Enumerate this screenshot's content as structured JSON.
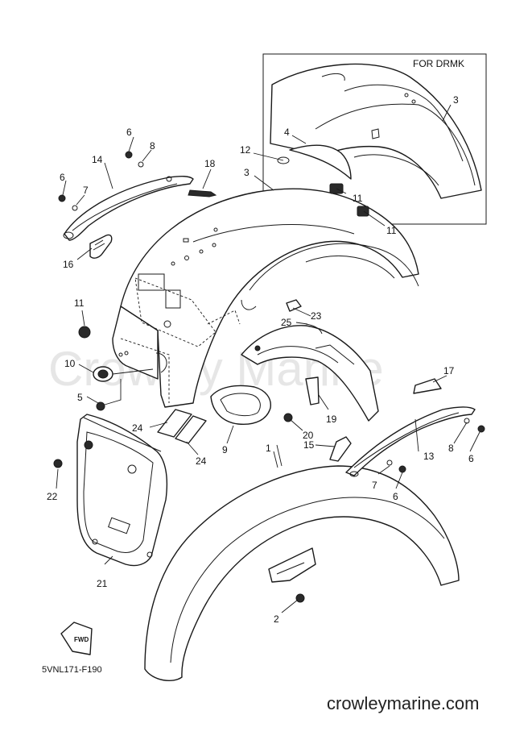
{
  "watermark": "Crowley Marine",
  "inset_label": "FOR DRMK",
  "diagram_code": "5VNL171-F190",
  "footer_site": "crowleymarine.com",
  "fwd_label": "FWD",
  "callouts": [
    "1",
    "2",
    "3",
    "3",
    "4",
    "5",
    "6",
    "6",
    "6",
    "6",
    "7",
    "7",
    "7",
    "8",
    "8",
    "8",
    "9",
    "10",
    "11",
    "11",
    "11",
    "12",
    "13",
    "14",
    "15",
    "16",
    "17",
    "18",
    "19",
    "20",
    "21",
    "22",
    "23",
    "24",
    "24",
    "25"
  ]
}
